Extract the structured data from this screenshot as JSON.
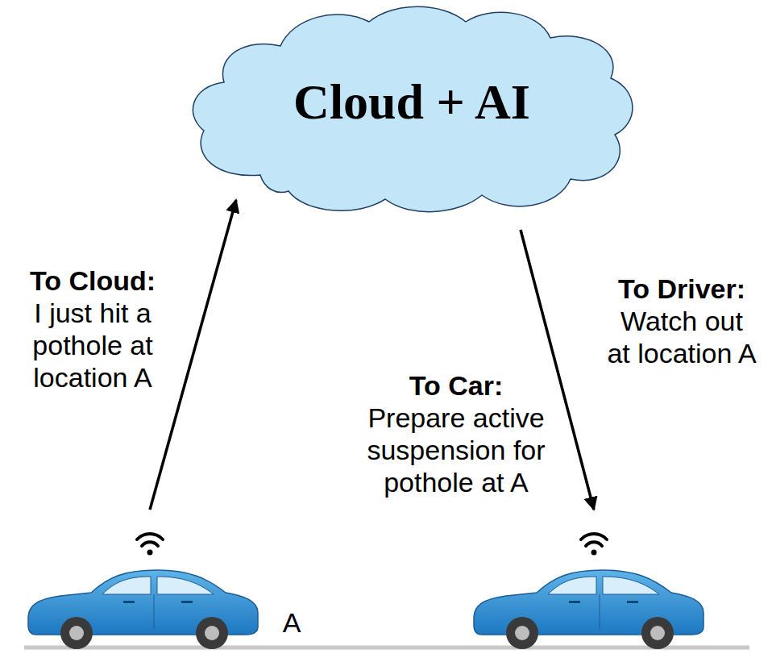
{
  "diagram": {
    "nodes": [
      {
        "text": [
          "Cloud + AI"
        ]
      }
    ],
    "edges": [],
    "labels": [
      "To Cloud:",
      "I just hit a pothole at location A",
      "To Car:",
      "Prepare active suspension for pothole at A",
      "To Driver:",
      "Watch out at location A",
      "A"
    ]
  }
}
